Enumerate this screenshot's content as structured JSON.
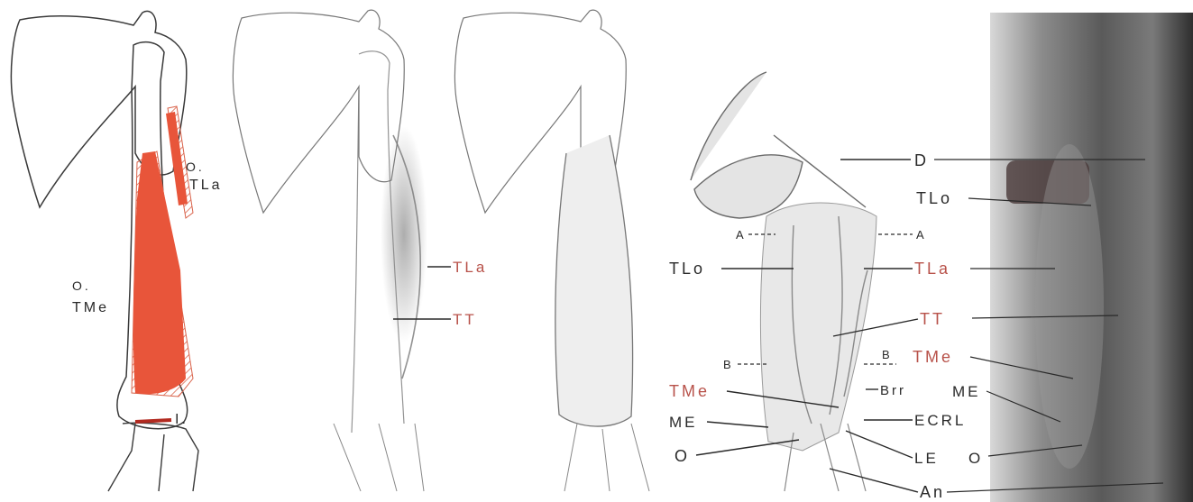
{
  "colors": {
    "background": "#ffffff",
    "outline": "#3a3a3a",
    "muscle": "#e8553a",
    "muscle_hatch": "#d9624a",
    "label_red": "#b8524a",
    "label_dark": "#2a2a2a",
    "shade": "#8a8a8a",
    "xray_dark": "#2e2e2e"
  },
  "panel1": {
    "origin_tla": "O.",
    "tla": "TLa",
    "origin_tme": "O.",
    "tme": "TMe",
    "insertion": "I."
  },
  "panel2": {
    "tla": "TLa",
    "tt": "TT"
  },
  "panel3": {},
  "panel4": {
    "d": "D",
    "tlo_top": "TLo",
    "a_left": "A",
    "a_right": "A",
    "tlo_left": "TLo",
    "tla": "TLa",
    "tt": "TT",
    "b_left": "B",
    "b_right": "B",
    "tme_right": "TMe",
    "tme_left": "TMe",
    "brr": "Brr",
    "me_left": "ME",
    "me_right": "ME",
    "ecrl": "ECRL",
    "o_left": "O",
    "le": "LE",
    "o_right": "O",
    "an": "An"
  }
}
